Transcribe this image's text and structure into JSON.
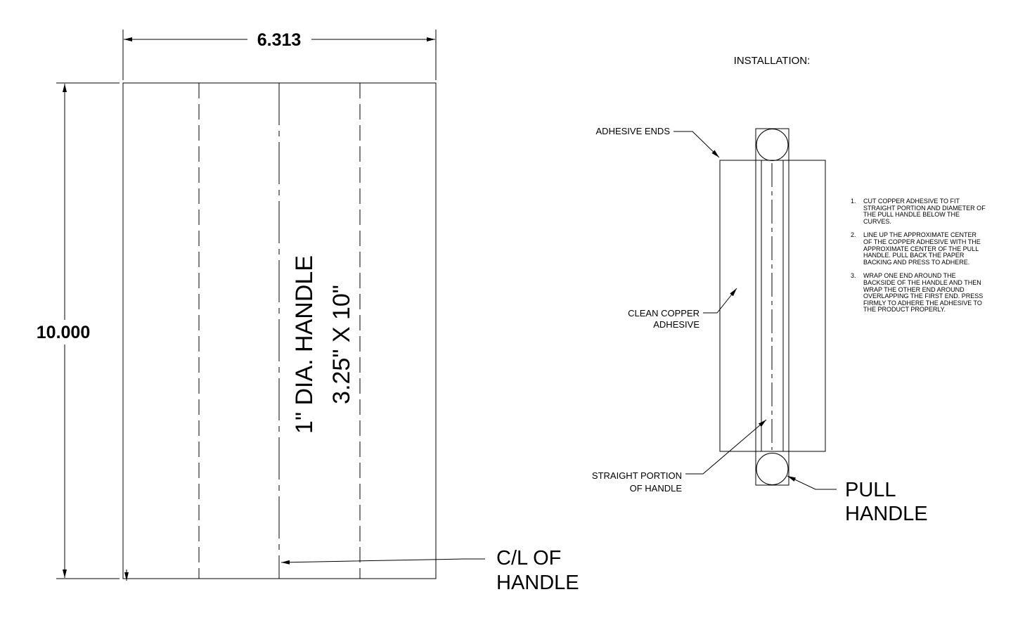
{
  "template": {
    "width_dim": "6.313",
    "height_dim": "10.000",
    "handle_label_line1": "1\" DIA. HANDLE",
    "handle_label_line2": "3.25\" X 10\"",
    "centerline_label_line1": "C/L OF",
    "centerline_label_line2": "HANDLE"
  },
  "installation": {
    "heading": "INSTALLATION:",
    "adhesive_ends_label": "ADHESIVE ENDS",
    "clean_copper_line1": "CLEAN COPPER",
    "clean_copper_line2": "ADHESIVE",
    "straight_portion_line1": "STRAIGHT PORTION",
    "straight_portion_line2": "OF HANDLE",
    "pull_handle_line1": "PULL",
    "pull_handle_line2": "HANDLE",
    "steps": [
      {
        "num": "1.",
        "text": "CUT COPPER ADHESIVE TO FIT STRAIGHT PORTION AND DIAMETER OF THE PULL HANDLE BELOW THE CURVES."
      },
      {
        "num": "2.",
        "text": "LINE UP THE APPROXIMATE CENTER OF THE COPPER ADHESIVE  WITH THE APPROXIMATE CENTER OF THE PULL HANDLE. PULL BACK THE PAPER BACKING AND PRESS TO ADHERE."
      },
      {
        "num": "3.",
        "text": "WRAP ONE END AROUND THE BACKSIDE OF THE HANDLE AND THEN  WRAP THE OTHER END AROUND OVERLAPPING THE FIRST END. PRESS FIRMLY TO ADHERE THE ADHESIVE TO THE PRODUCT PROPERLY."
      }
    ]
  }
}
